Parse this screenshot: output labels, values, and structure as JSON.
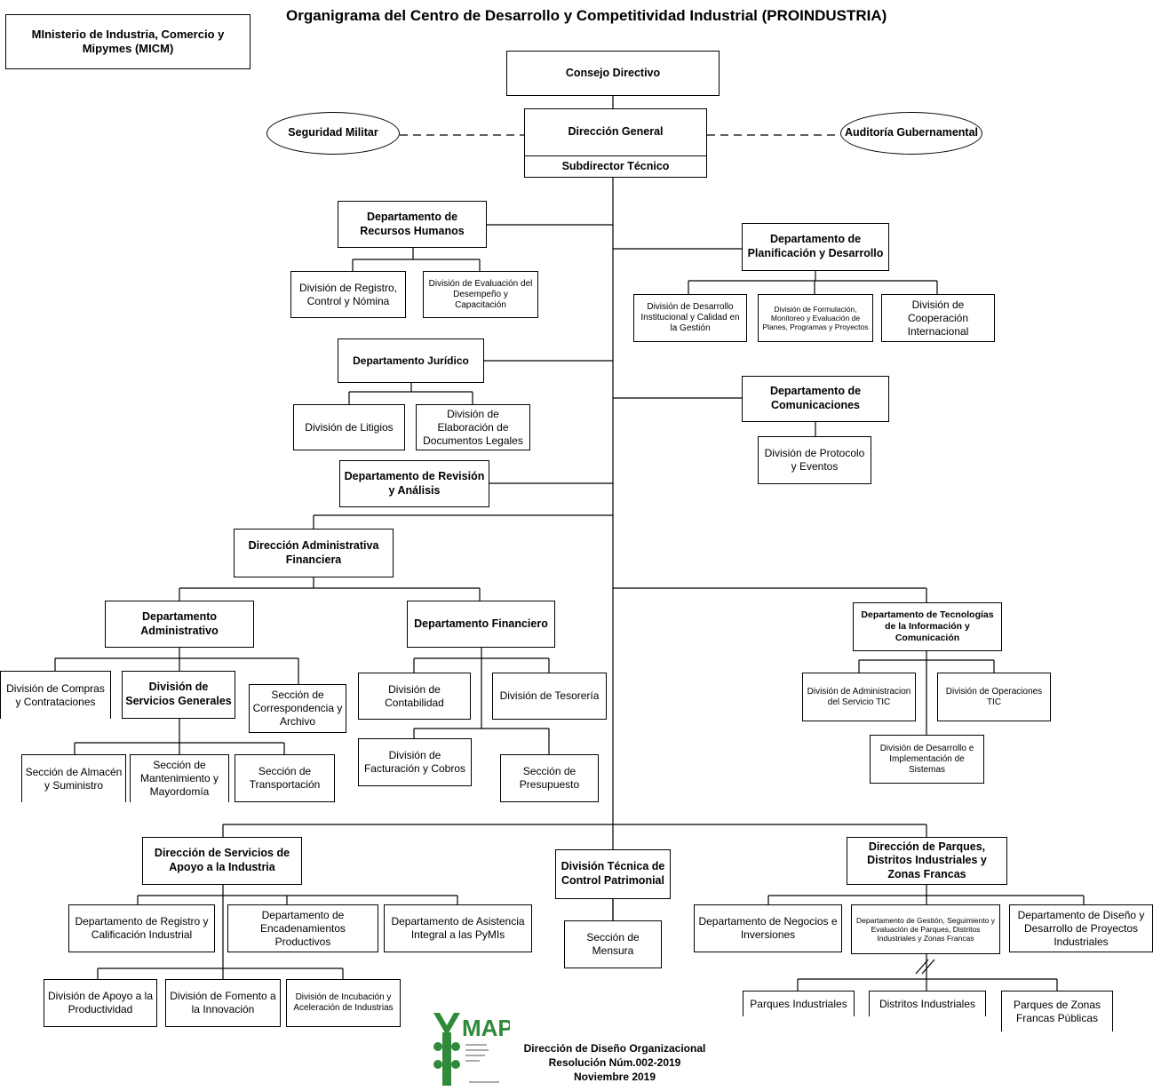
{
  "title": "Organigrama del Centro de Desarrollo y Competitividad Industrial (PROINDUSTRIA)",
  "top_left_box": "MInisterio de Industria, Comercio y Mipymes (MICM)",
  "consejo": "Consejo Directivo",
  "seguridad": "Seguridad Militar",
  "auditoria": "Auditoría Gubernamental",
  "direccion_general": "Dirección General",
  "subdirector": "Subdirector Técnico",
  "rrhh": {
    "name": "Departamento de Recursos Humanos",
    "div1": "División de Registro, Control y Nómina",
    "div2": "División de Evaluación del Desempeño y Capacitación"
  },
  "planificacion": {
    "name": "Departamento de Planificación y Desarrollo",
    "div1": "División de Desarrollo Institucional y Calidad en la Gestión",
    "div2": "División de Formulación, Monitoreo y Evaluación de Planes, Programas y Proyectos",
    "div3": "División de Cooperación Internacional"
  },
  "juridico": {
    "name": "Departamento Jurídico",
    "div1": "División de Litigios",
    "div2": "División de Elaboración de Documentos Legales"
  },
  "comunicaciones": {
    "name": "Departamento de Comunicaciones",
    "div1": "División de Protocolo y Eventos"
  },
  "revision": "Departamento de Revisión y Análisis",
  "admin_fin": {
    "name": "Dirección Administrativa Financiera",
    "administrativo": "Departamento Administrativo",
    "compras": "División de Compras y Contrataciones",
    "servicios": "División de Servicios Generales",
    "correspondencia": "Sección de Correspondencia y Archivo",
    "almacen": "Sección de Almacén y Suministro",
    "mantenimiento": "Sección de Mantenimiento y Mayordomía",
    "transportacion": "Sección de Transportación",
    "financiero": "Departamento Financiero",
    "contabilidad": "División de Contabilidad",
    "tesoreria": "División de Tesorería",
    "facturacion": "División de Facturación y Cobros",
    "presupuesto": "Sección de Presupuesto"
  },
  "tic": {
    "name": "Departamento de Tecnologías de la Información y Comunicación",
    "div1": "División de Administracion del Servicio TIC",
    "div2": "División de Operaciones TIC",
    "div3": "División de Desarrollo e Implementación de Sistemas"
  },
  "apoyo": {
    "name": "Dirección de Servicios de Apoyo a la Industria",
    "dep1": "Departamento de Registro y Calificación Industrial",
    "dep2": "Departamento de Encadenamientos Productivos",
    "dep3": "Departamento de Asistencia Integral a las PyMIs",
    "div1": "División de Apoyo a la Productividad",
    "div2": "División de Fomento a la Innovación",
    "div3": "División de Incubación y Aceleración de Industrias"
  },
  "patrimonial": {
    "name": "División Técnica de Control Patrimonial",
    "mensura": "Sección de Mensura"
  },
  "parques": {
    "name": "Dirección de Parques, Distritos Industriales y Zonas Francas",
    "dep1": "Departamento de Negocios e Inversiones",
    "dep2": "Departamento de Gestión, Seguimiento y Evaluación de Parques, Distritos Industriales y Zonas Francas",
    "dep3": "Departamento de Diseño y Desarrollo de Proyectos Industriales",
    "sub1": "Parques Industriales",
    "sub2": "Distritos Industriales",
    "sub3": "Parques de Zonas Francas Públicas"
  },
  "footer": {
    "line1": "Dirección de Diseño Organizacional",
    "line2": "Resolución Núm.002-2019",
    "line3": "Noviembre 2019"
  },
  "logo_text": "MAP"
}
